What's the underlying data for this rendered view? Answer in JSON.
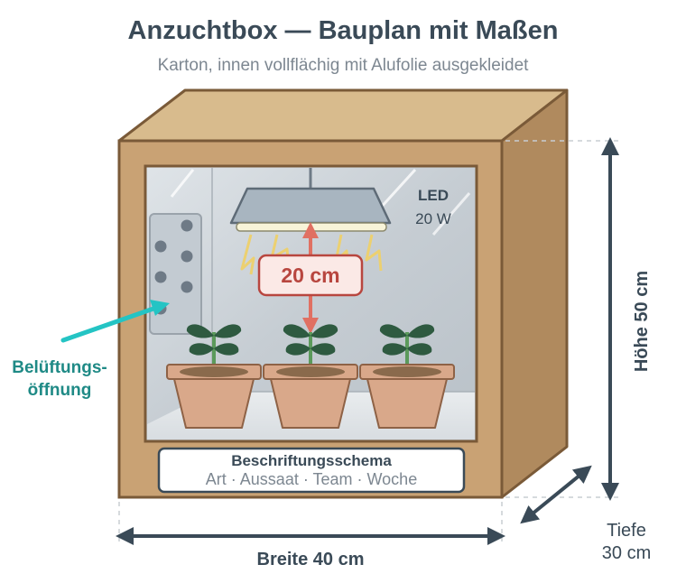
{
  "title": "Anzuchtbox — Bauplan mit Maßen",
  "subtitle": "Karton, innen vollflächig mit Alufolie ausgekleidet",
  "dimensions": {
    "width_label": "Breite 40 cm",
    "height_label": "Höhe 50 cm",
    "depth_label_line1": "Tiefe",
    "depth_label_line2": "30 cm"
  },
  "lamp": {
    "name": "LED",
    "power": "20 W"
  },
  "distance": {
    "label": "20 cm"
  },
  "vent": {
    "label_line1": "Belüftungs-",
    "label_line2": "öffnung"
  },
  "label_scheme": {
    "title": "Beschriftungsschema",
    "fields": "Art · Aussaat · Team · Woche"
  },
  "colors": {
    "cardboard_front": "#c9a274",
    "cardboard_top": "#d8bb8d",
    "cardboard_side": "#b08a5e",
    "cardboard_edge": "#7a5a38",
    "foil": "#c9d0d6",
    "dimension_line": "#3a4a57",
    "distance_accent": "#e07062",
    "vent_accent": "#24c4c4",
    "pot": "#d9a88a",
    "leaf": "#2e5a40"
  }
}
